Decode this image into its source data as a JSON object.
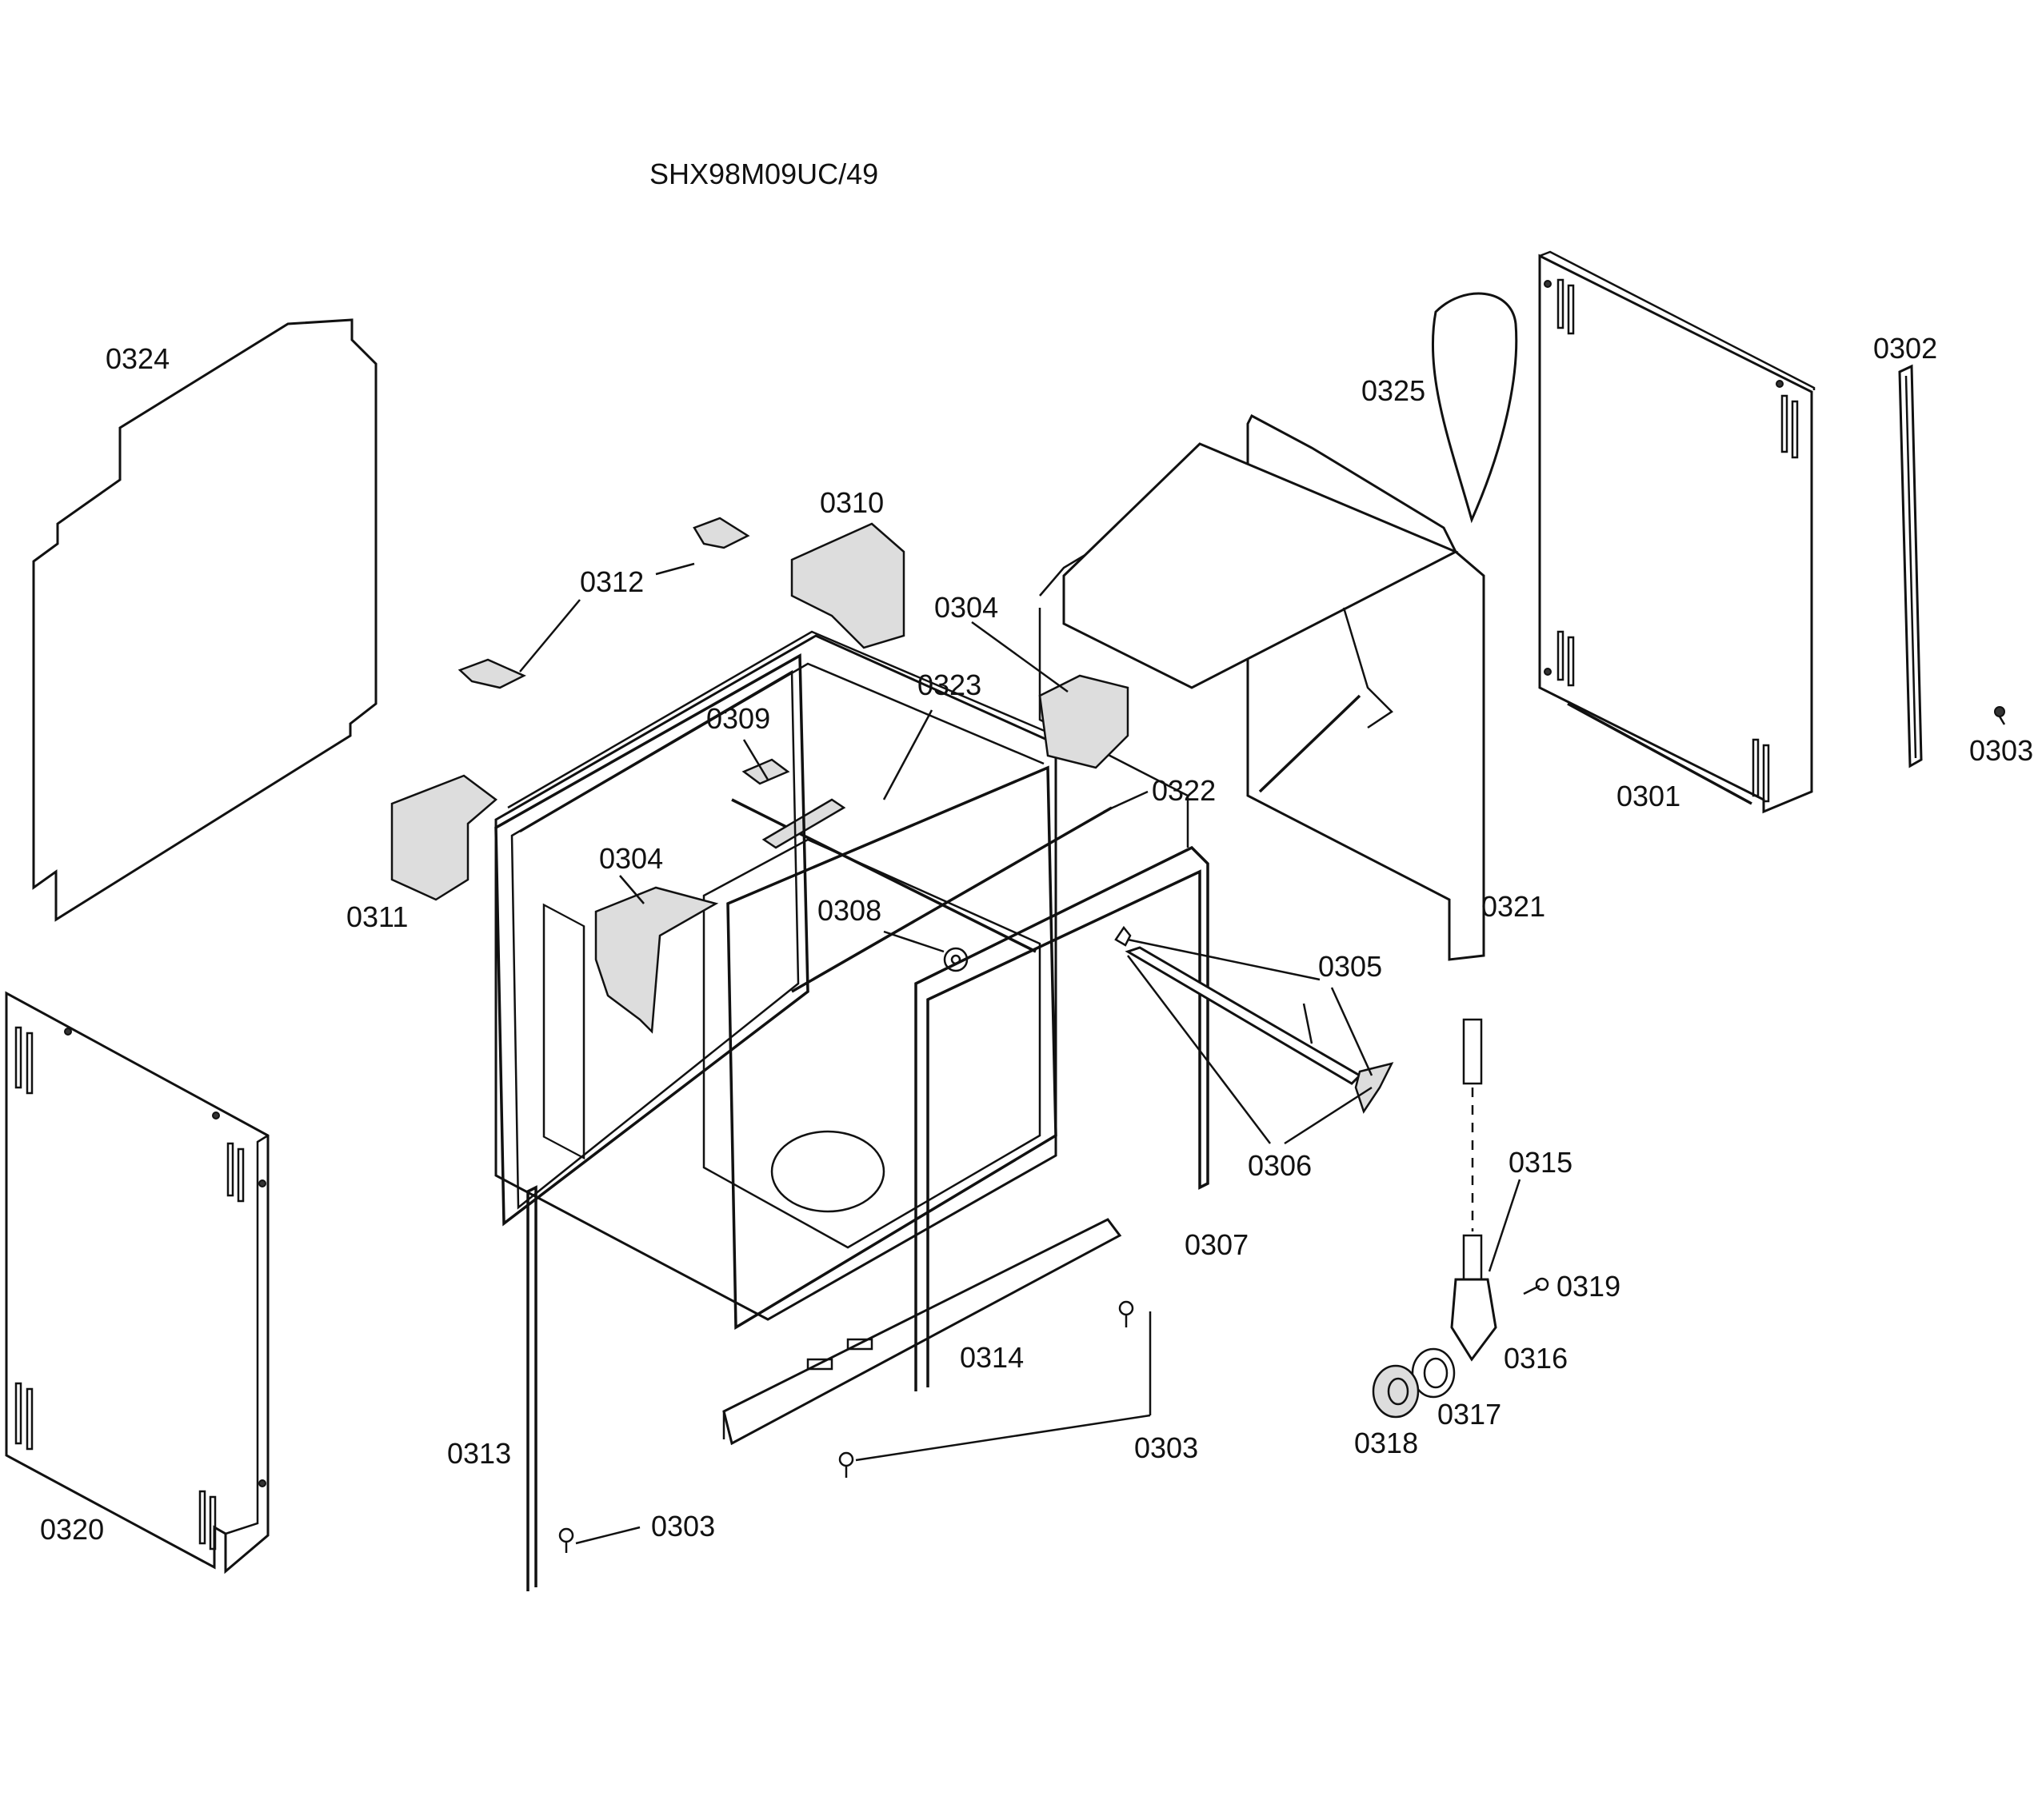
{
  "model": "SHX98M09UC/49",
  "parts": [
    {
      "id": "p0324",
      "label": "0324"
    },
    {
      "id": "p0312",
      "label": "0312"
    },
    {
      "id": "p0310",
      "label": "0310"
    },
    {
      "id": "p0304a",
      "label": "0304"
    },
    {
      "id": "p0323",
      "label": "0323"
    },
    {
      "id": "p0309",
      "label": "0309"
    },
    {
      "id": "p0325",
      "label": "0325"
    },
    {
      "id": "p0302",
      "label": "0302"
    },
    {
      "id": "p0303a",
      "label": "0303"
    },
    {
      "id": "p0301",
      "label": "0301"
    },
    {
      "id": "p0322",
      "label": "0322"
    },
    {
      "id": "p0304b",
      "label": "0304"
    },
    {
      "id": "p0311",
      "label": "0311"
    },
    {
      "id": "p0308",
      "label": "0308"
    },
    {
      "id": "p0321",
      "label": "0321"
    },
    {
      "id": "p0305",
      "label": "0305"
    },
    {
      "id": "p0306",
      "label": "0306"
    },
    {
      "id": "p0315",
      "label": "0315"
    },
    {
      "id": "p0307",
      "label": "0307"
    },
    {
      "id": "p0319",
      "label": "0319"
    },
    {
      "id": "p0314",
      "label": "0314"
    },
    {
      "id": "p0316",
      "label": "0316"
    },
    {
      "id": "p0317",
      "label": "0317"
    },
    {
      "id": "p0318",
      "label": "0318"
    },
    {
      "id": "p0303b",
      "label": "0303"
    },
    {
      "id": "p0313",
      "label": "0313"
    },
    {
      "id": "p0303c",
      "label": "0303"
    },
    {
      "id": "p0320",
      "label": "0320"
    }
  ]
}
